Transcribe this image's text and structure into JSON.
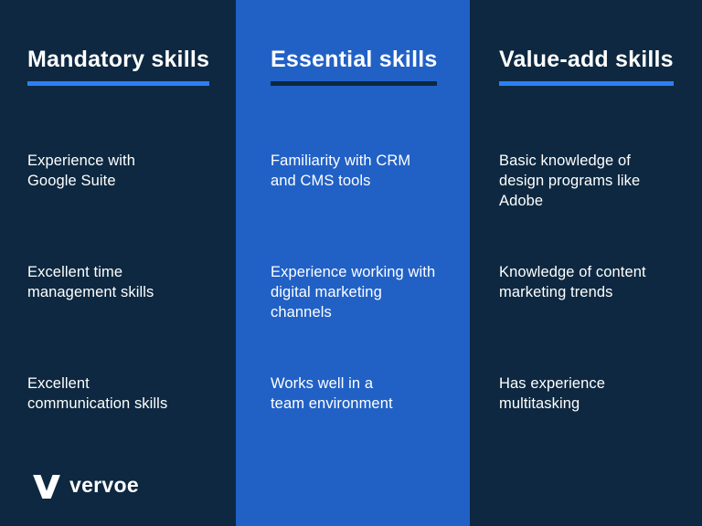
{
  "colors": {
    "background": "#0d2840",
    "panel": "#2161c6",
    "underline_primary": "#2d7ef7",
    "underline_on_panel": "#0d2840",
    "text": "#ffffff"
  },
  "columns": [
    {
      "title": "Mandatory skills",
      "items": [
        "Experience with\nGoogle Suite",
        "Excellent time\nmanagement skills",
        "Excellent\ncommunication skills"
      ]
    },
    {
      "title": "Essential skills",
      "items": [
        "Familiarity with CRM\nand CMS tools",
        "Experience working with\ndigital marketing\nchannels",
        "Works well in a\nteam environment"
      ]
    },
    {
      "title": "Value-add skills",
      "items": [
        "Basic knowledge of\ndesign programs like\nAdobe",
        "Knowledge of content\nmarketing trends",
        "Has experience\nmultitasking"
      ]
    }
  ],
  "logo": {
    "text": "vervoe",
    "icon": "v-checkmark-icon"
  }
}
